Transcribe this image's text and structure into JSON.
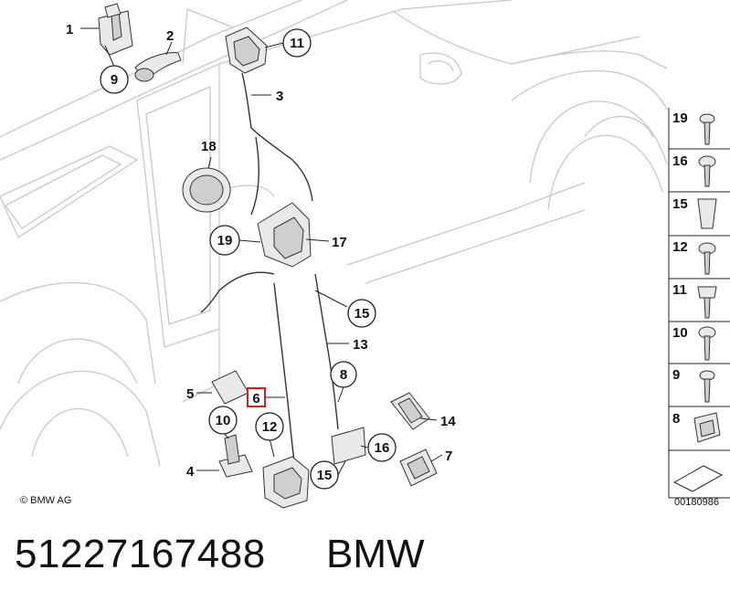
{
  "callouts": [
    {
      "id": "c1",
      "text": "1"
    },
    {
      "id": "c2",
      "text": "2"
    },
    {
      "id": "c9a",
      "text": "9"
    },
    {
      "id": "c11",
      "text": "11"
    },
    {
      "id": "c3",
      "text": "3"
    },
    {
      "id": "c18",
      "text": "18"
    },
    {
      "id": "c19a",
      "text": "19"
    },
    {
      "id": "c17",
      "text": "17"
    },
    {
      "id": "c15a",
      "text": "15"
    },
    {
      "id": "c13",
      "text": "13"
    },
    {
      "id": "c8",
      "text": "8"
    },
    {
      "id": "c5",
      "text": "5"
    },
    {
      "id": "c6",
      "text": "6"
    },
    {
      "id": "c10a",
      "text": "10"
    },
    {
      "id": "c12",
      "text": "12"
    },
    {
      "id": "c14",
      "text": "14"
    },
    {
      "id": "c16",
      "text": "16"
    },
    {
      "id": "c7",
      "text": "7"
    },
    {
      "id": "c4",
      "text": "4"
    },
    {
      "id": "c15b",
      "text": "15"
    }
  ],
  "highlight_color": "#d32020",
  "fastener_column": [
    "19",
    "16",
    "15",
    "12",
    "11",
    "10",
    "9",
    "8"
  ],
  "copyright": "© BMW AG",
  "diagram_code": "00180986",
  "part_number": "51227167488",
  "brand": "BMW"
}
